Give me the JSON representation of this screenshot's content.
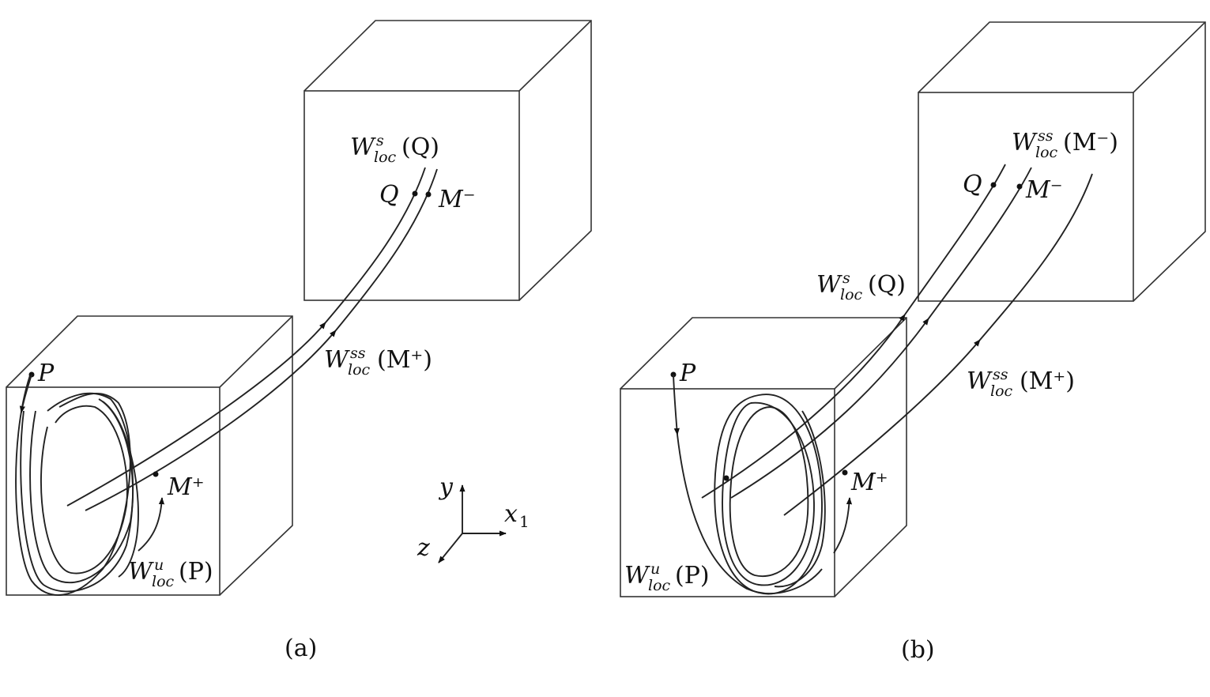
{
  "colors": {
    "ink": "#222222",
    "box": "#333333",
    "background": "#ffffff"
  },
  "panel_a": {
    "caption": "(a)",
    "label_P": "P",
    "label_Q": "Q",
    "label_M_minus": "M⁻",
    "label_M_plus": "M⁺",
    "W_s_Q": {
      "base": "W",
      "sup": "s",
      "sub": "loc",
      "arg": "(Q)"
    },
    "W_ss_M_plus": {
      "base": "W",
      "sup": "ss",
      "sub": "loc",
      "arg": "(M⁺)"
    },
    "W_u_P": {
      "base": "W",
      "sup": "u",
      "sub": "loc",
      "arg": "(P)"
    }
  },
  "panel_b": {
    "caption": "(b)",
    "label_P": "P",
    "label_Q": "Q",
    "label_M_minus": "M⁻",
    "label_M_plus": "M⁺",
    "W_ss_M_minus": {
      "base": "W",
      "sup": "ss",
      "sub": "loc",
      "arg": "(M⁻)"
    },
    "W_s_Q": {
      "base": "W",
      "sup": "s",
      "sub": "loc",
      "arg": "(Q)"
    },
    "W_ss_M_plus": {
      "base": "W",
      "sup": "ss",
      "sub": "loc",
      "arg": "(M⁺)"
    },
    "W_u_P": {
      "base": "W",
      "sup": "u",
      "sub": "loc",
      "arg": "(P)"
    }
  },
  "axes": {
    "y": "y",
    "x": "x",
    "x_sub": "1",
    "z": "z"
  }
}
